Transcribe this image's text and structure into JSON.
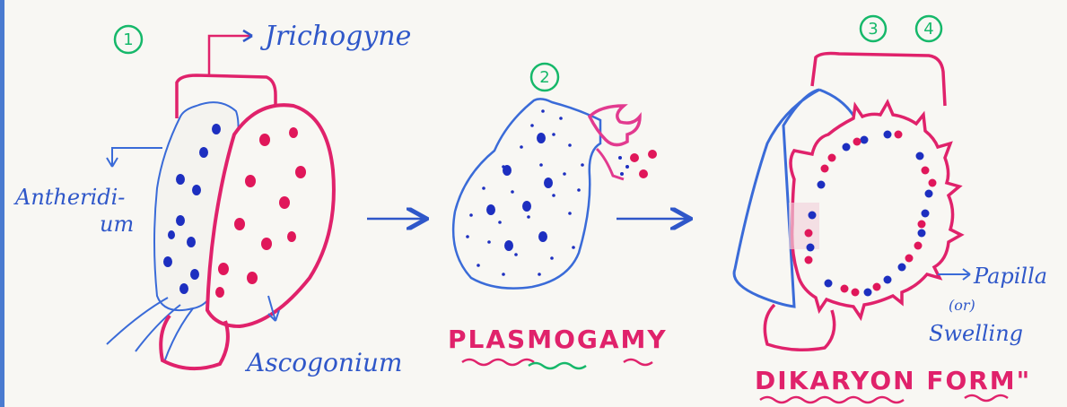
{
  "stages": {
    "stage1": {
      "number": "1"
    },
    "stage2": {
      "number": "2"
    },
    "stage34": {
      "number_a": "3",
      "number_b": "4"
    }
  },
  "labels": {
    "trichogyne": "Jrichogyne",
    "antheridium_line1": "Antheridi-",
    "antheridium_line2": "um",
    "ascogonium": "Ascogonium",
    "plasmogamy": "PLASMOGAMY",
    "papilla": "Papilla",
    "or": "(or)",
    "swelling": "Swelling",
    "dikaryon": "DIKARYON FORM\""
  },
  "colors": {
    "blue": "#2f57c9",
    "red": "#e0226b",
    "green": "#16b86a",
    "magenta": "#e23a8f"
  }
}
